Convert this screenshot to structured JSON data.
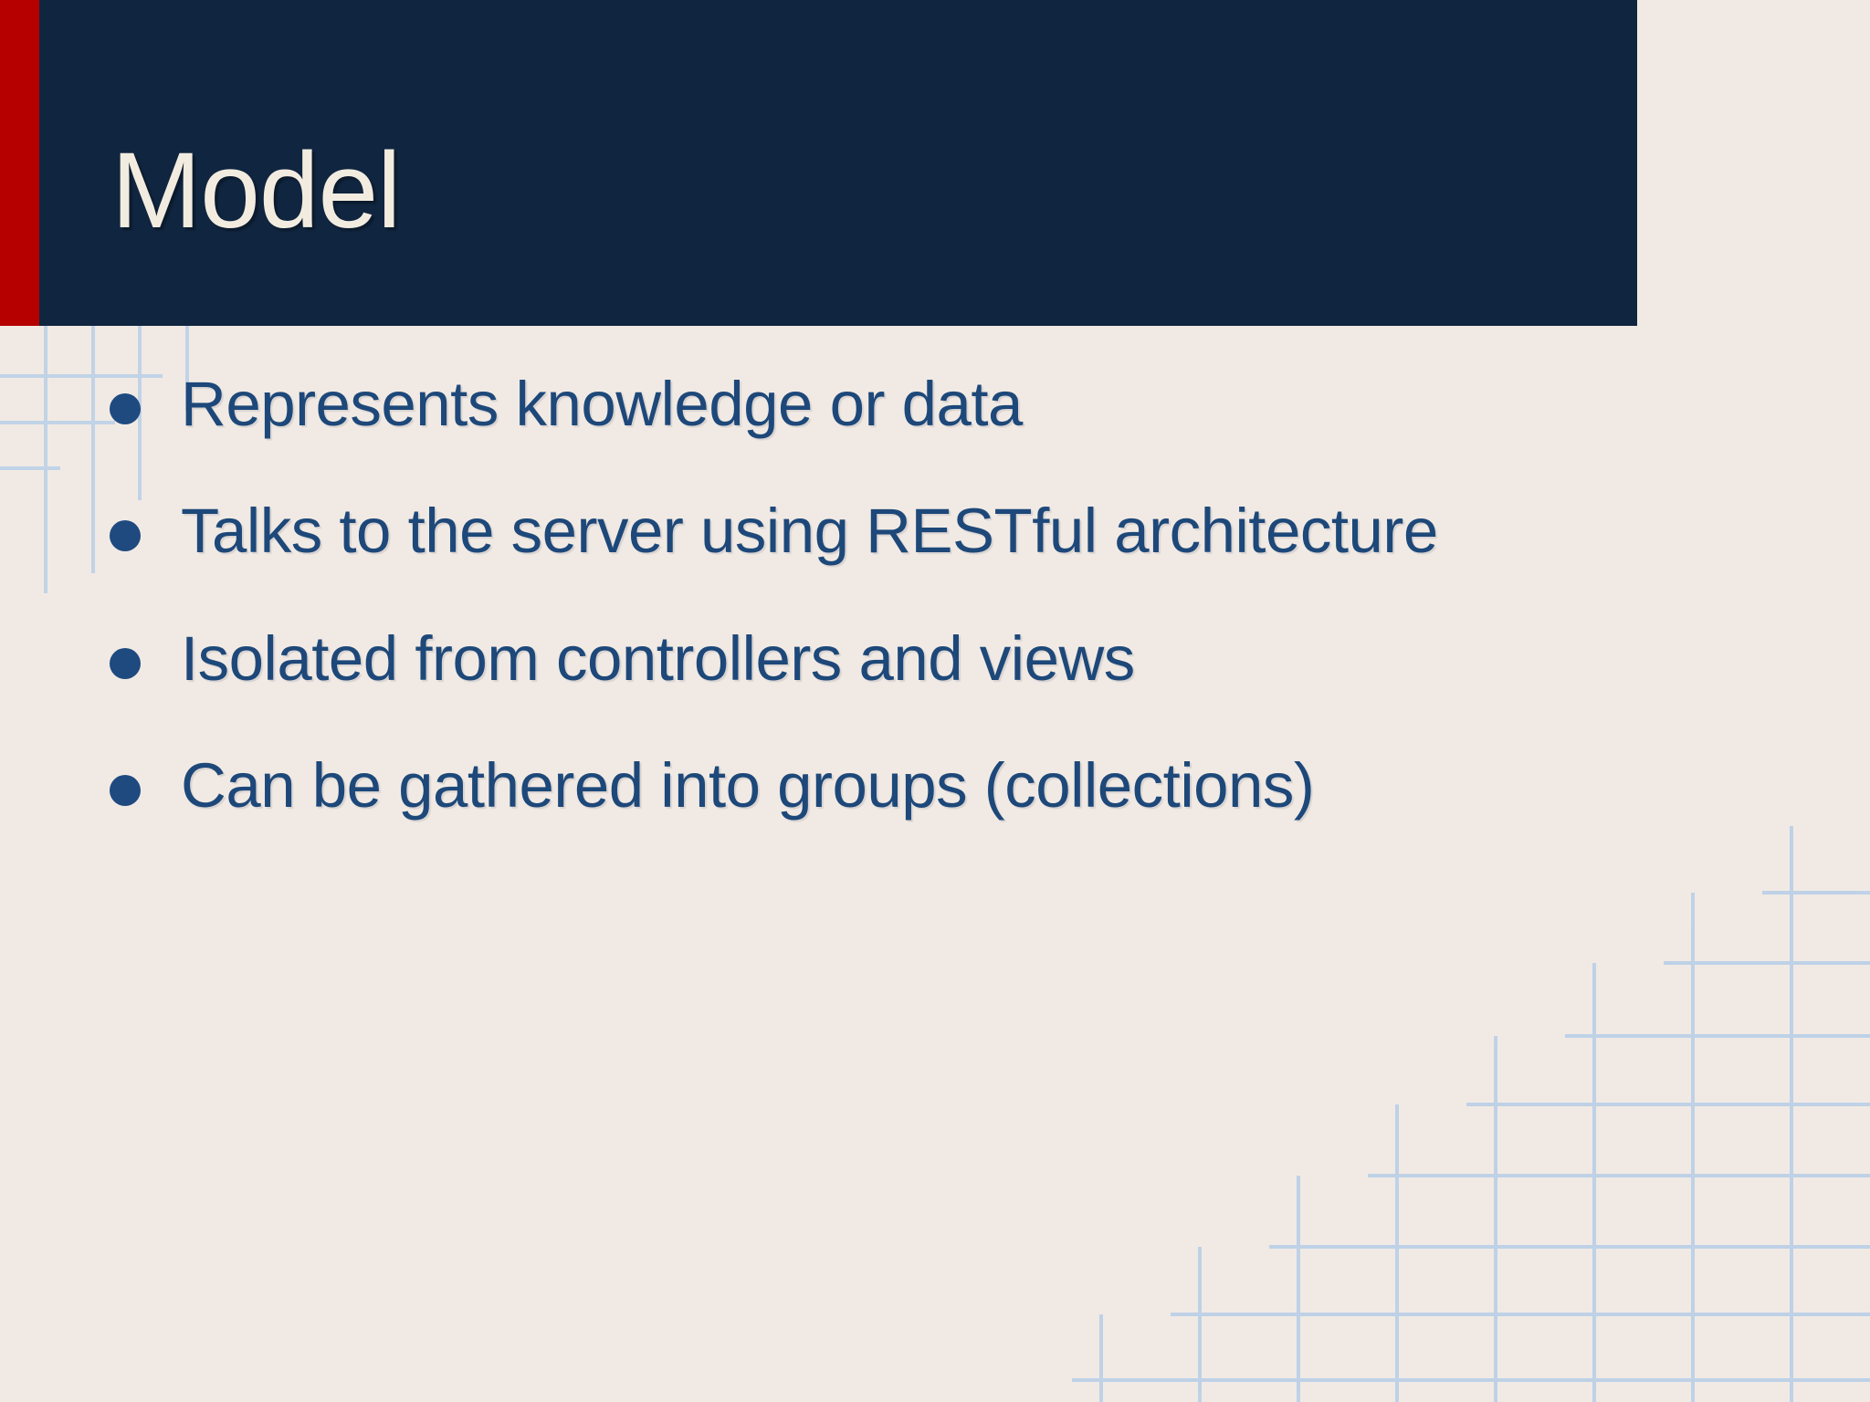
{
  "slide": {
    "title": "Model",
    "background_color": "#f1eae4",
    "header": {
      "background_color": "#10253f",
      "accent_color": "#b60000",
      "title_color": "#f2ece0"
    },
    "body": {
      "text_color": "#1d4879",
      "bullet_color": "#1e4a80",
      "bullets": [
        {
          "text": "Represents knowledge or data"
        },
        {
          "text": "Talks to the server using RESTful architecture"
        },
        {
          "text": "Isolated from controllers and views"
        },
        {
          "text": "Can be gathered into groups (collections)"
        }
      ]
    },
    "decoration": {
      "grid_line_color": "#b9cfe8",
      "top_left_name": "grid-pattern-top-left",
      "bottom_right_name": "grid-pattern-bottom-right"
    }
  }
}
